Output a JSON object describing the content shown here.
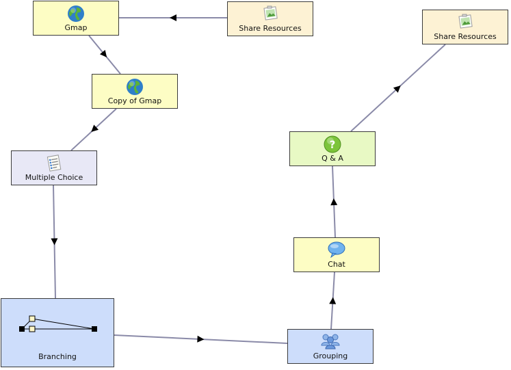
{
  "nodes": {
    "gmap": {
      "label": "Gmap",
      "icon": "globe-icon",
      "color": "#fdfdc4"
    },
    "share1": {
      "label": "Share Resources",
      "icon": "picture-icon",
      "color": "#fdf2d4"
    },
    "copy_gmap": {
      "label": "Copy of Gmap",
      "icon": "globe-icon",
      "color": "#fdfdc4"
    },
    "mc": {
      "label": "Multiple Choice",
      "icon": "checklist-icon",
      "color": "#e8e8f6"
    },
    "branching": {
      "label": "Branching",
      "icon": "branching-icon",
      "color": "#cdddfb"
    },
    "grouping": {
      "label": "Grouping",
      "icon": "people-icon",
      "color": "#cdddfb"
    },
    "chat": {
      "label": "Chat",
      "icon": "speech-bubble-icon",
      "color": "#fdfdc4"
    },
    "qa": {
      "label": "Q & A",
      "icon": "question-icon",
      "color": "#e8f9c4"
    },
    "share2": {
      "label": "Share Resources",
      "icon": "picture-icon",
      "color": "#fdf2d4"
    }
  },
  "edges": [
    {
      "from": "share1",
      "to": "gmap"
    },
    {
      "from": "gmap",
      "to": "copy_gmap"
    },
    {
      "from": "copy_gmap",
      "to": "mc"
    },
    {
      "from": "mc",
      "to": "branching"
    },
    {
      "from": "branching",
      "to": "grouping"
    },
    {
      "from": "grouping",
      "to": "chat"
    },
    {
      "from": "chat",
      "to": "qa"
    },
    {
      "from": "qa",
      "to": "share2"
    }
  ],
  "colors": {
    "edge": "#8a8aa8",
    "arrow": "#000000",
    "border": "#3a3a3a"
  }
}
